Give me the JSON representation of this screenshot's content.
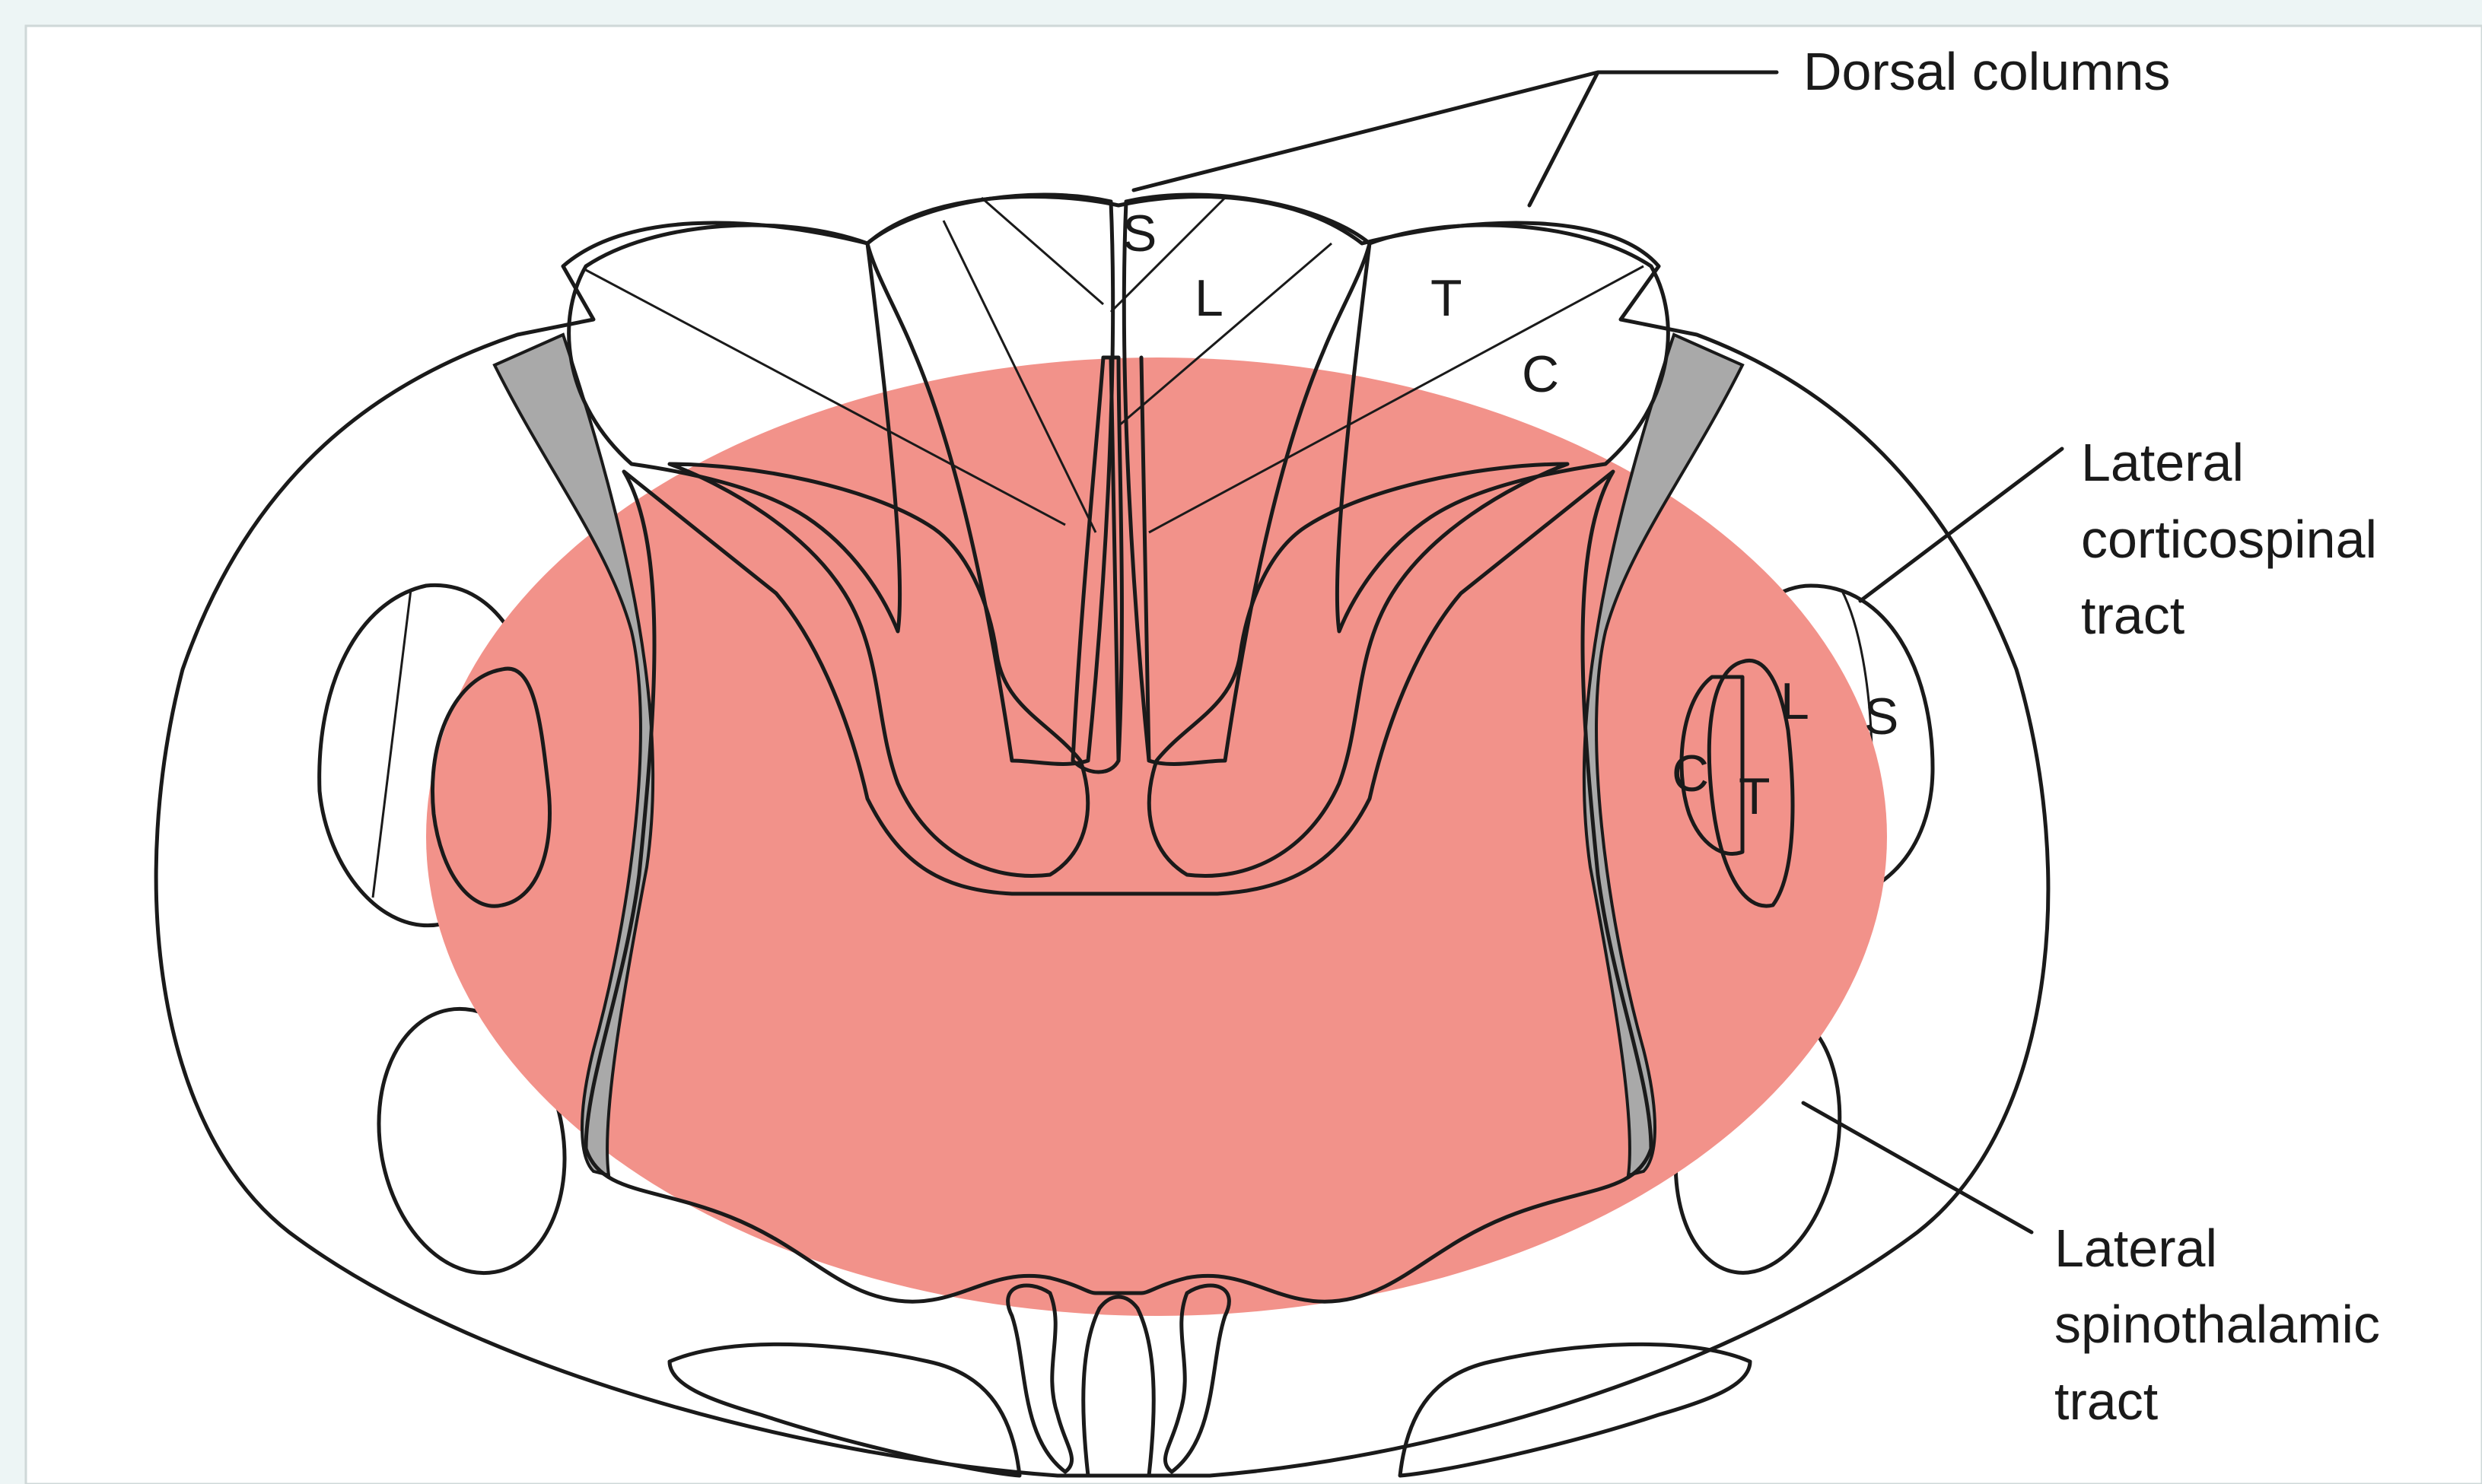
{
  "labels": {
    "dorsal_columns": "Dorsal columns",
    "lateral_corticospinal": [
      "Lateral",
      "corticospinal",
      "tract"
    ],
    "lateral_spinothalamic": [
      "Lateral",
      "spinothalamic",
      "tract"
    ]
  },
  "dorsal_column_segments": [
    "S",
    "L",
    "T",
    "C"
  ],
  "corticospinal_segments": [
    "C",
    "T",
    "L",
    "S"
  ],
  "colors": {
    "background": "#edf5f5",
    "panel": "#ffffff",
    "lesion_zone": "#f2928a",
    "grey_matter_overlap": "#b98684",
    "boundary": "#a9a9a9",
    "stroke": "#1a1a1a"
  }
}
